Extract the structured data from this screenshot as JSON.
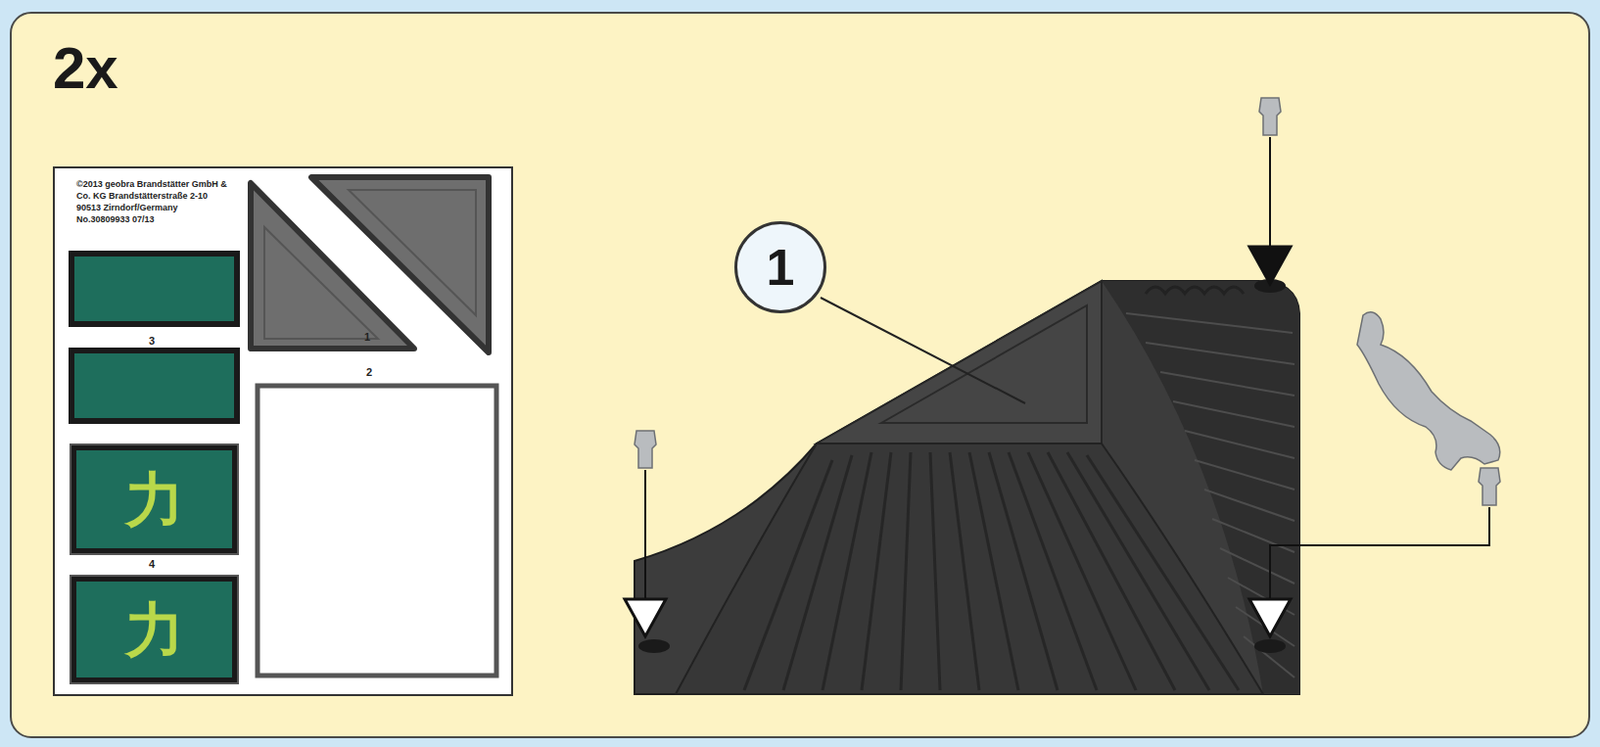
{
  "diagram": {
    "nodes": [
      {
        "text": [
          "©2013 geobra Brandstätter GmbH & Co. KG Brandstätterstraße 2-10 90513 Zirndorf/Germany No.30809933 07/13",
          "1",
          "2",
          "3",
          "4"
        ]
      },
      {
        "text": [
          "力"
        ],
        "in": 0
      },
      {
        "text": [
          "力"
        ],
        "in": 0
      },
      {
        "text": [
          "1"
        ]
      }
    ],
    "labels": [
      "2x"
    ]
  }
}
